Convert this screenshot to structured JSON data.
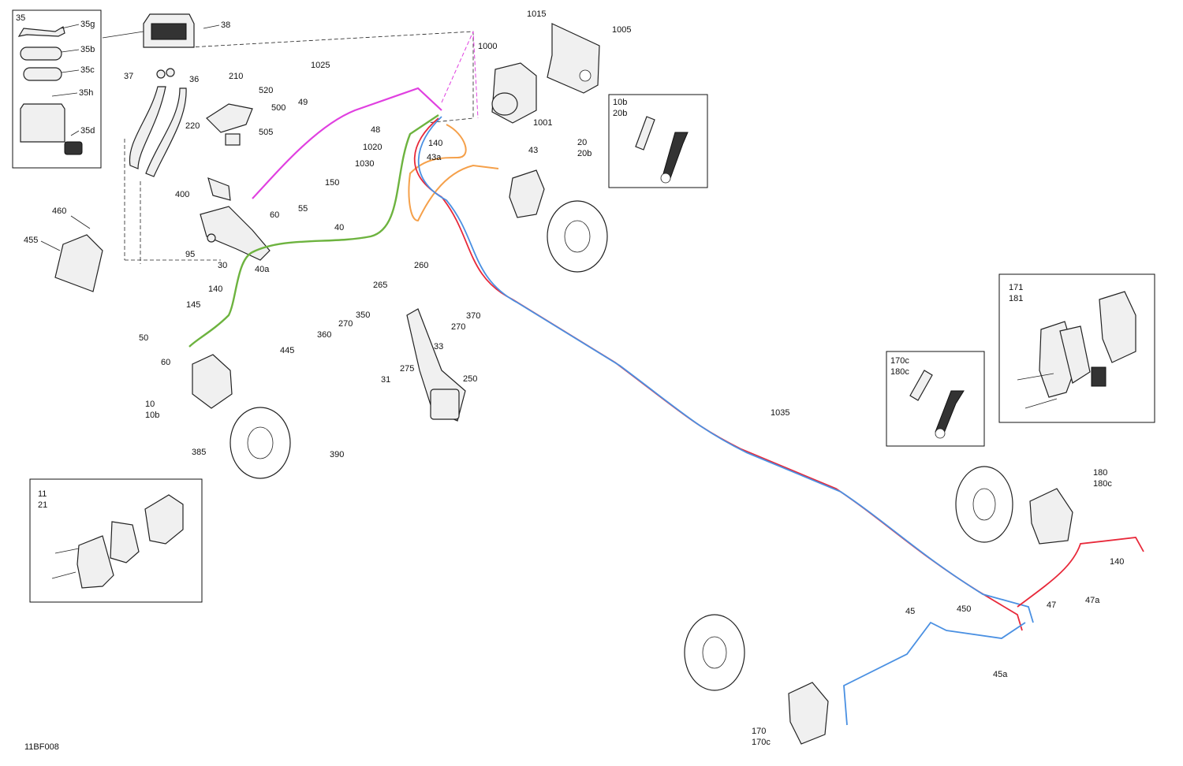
{
  "drawing_id": "11BF008",
  "colors": {
    "front_left_line": "#6db33f",
    "rear_line_red": "#e8293a",
    "rear_line_blue": "#4a90e2",
    "front_right_line": "#f5a04a",
    "reservoir_line": "#e040e0"
  },
  "inset_boxes": {
    "top_left": [
      "35",
      "35g",
      "35b",
      "35c",
      "35h",
      "35d"
    ],
    "bleeder_front": [
      "10b",
      "20b"
    ],
    "bleeder_rear": [
      "170c",
      "180c"
    ],
    "pads_front": [
      "11",
      "21"
    ],
    "pads_rear": [
      "171",
      "181"
    ]
  },
  "callouts": {
    "c38": "38",
    "c37": "37",
    "c36": "36",
    "c210": "210",
    "c520": "520",
    "c500": "500",
    "c220": "220",
    "c505": "505",
    "c1025": "1025",
    "c49": "49",
    "c48": "48",
    "c1020": "1020",
    "c1030": "1030",
    "c150": "150",
    "c400": "400",
    "c55": "55",
    "c60a": "60",
    "c460": "460",
    "c455": "455",
    "c95": "95",
    "c30": "30",
    "c40": "40",
    "c40a": "40a",
    "c140a": "140",
    "c145": "145",
    "c50": "50",
    "c60b": "60",
    "c10": "10",
    "c10b": "10b",
    "c445": "445",
    "c385": "385",
    "c390": "390",
    "c265": "265",
    "c260": "260",
    "c350": "350",
    "c270a": "270",
    "c270b": "270",
    "c370": "370",
    "c360": "360",
    "c33": "33",
    "c275": "275",
    "c31": "31",
    "c250": "250",
    "c1015": "1015",
    "c1005": "1005",
    "c1000": "1000",
    "c1001": "1001",
    "c140b": "140",
    "c43a": "43a",
    "c43": "43",
    "c20": "20",
    "c20b": "20b",
    "c1035": "1035",
    "c180": "180",
    "c180c": "180c",
    "c140c": "140",
    "c47": "47",
    "c47a": "47a",
    "c45": "45",
    "c450": "450",
    "c45a": "45a",
    "c170": "170",
    "c170c": "170c"
  }
}
